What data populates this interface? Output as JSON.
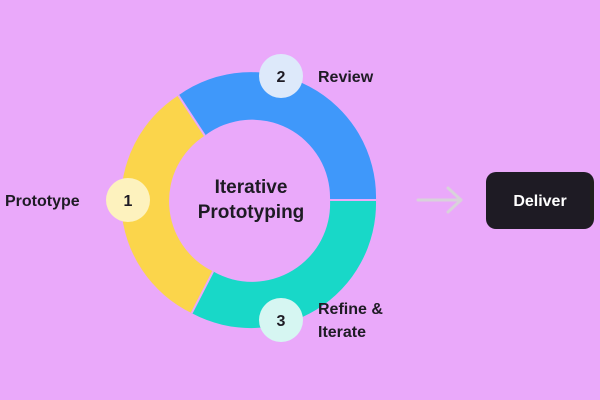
{
  "center_title": {
    "line1": "Iterative",
    "line2": "Prototyping"
  },
  "steps": [
    {
      "number": "1",
      "label": "Prototype",
      "color": "#FBD54B",
      "badge_color": "#FDF2BE"
    },
    {
      "number": "2",
      "label": "Review",
      "color": "#3F98FA",
      "badge_color": "#DDE9FA"
    },
    {
      "number": "3",
      "label_line1": "Refine &",
      "label_line2": "Iterate",
      "color": "#18D8C8",
      "badge_color": "#D6F6F2"
    }
  ],
  "deliver": {
    "label": "Deliver",
    "color": "#1E1B24"
  },
  "arrow_color": "#D8D2DA",
  "background": "#EAA9FA"
}
